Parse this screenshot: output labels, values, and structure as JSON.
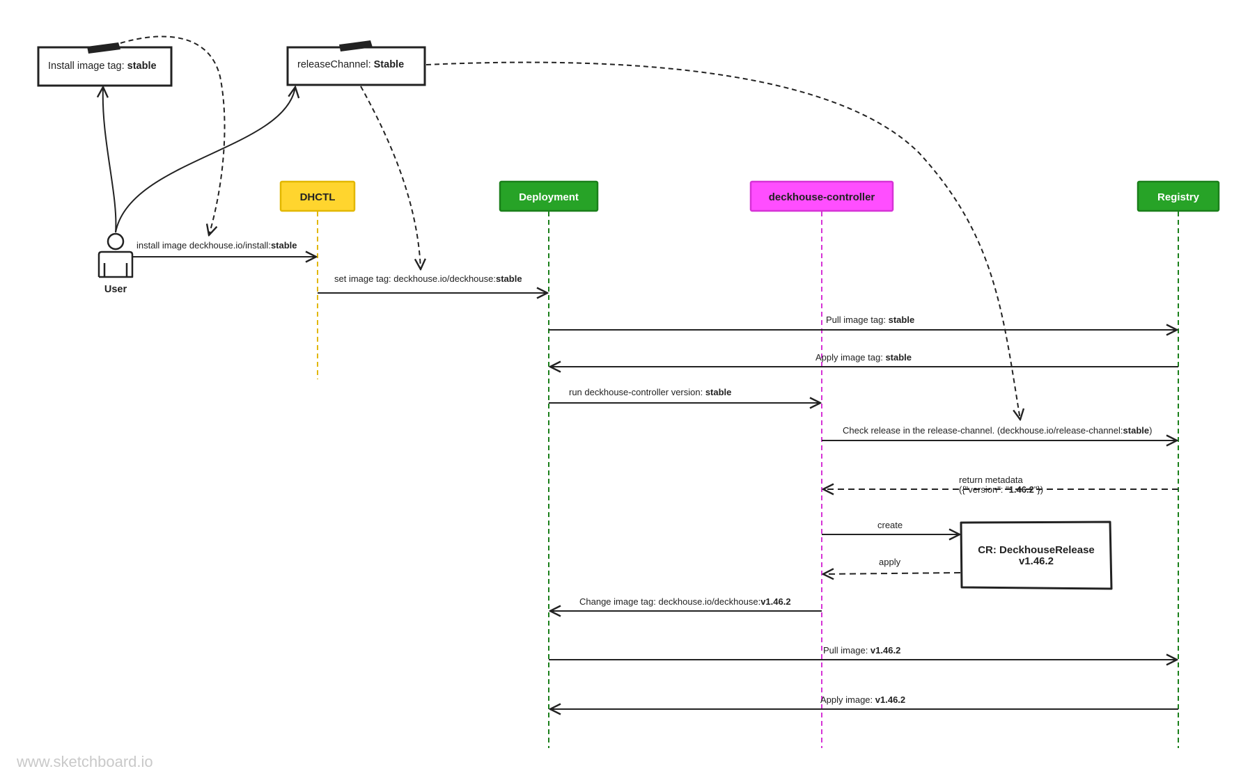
{
  "participants": {
    "user": {
      "label": "User"
    },
    "dhctl": {
      "label": "DHCTL",
      "color": "#FFD52E",
      "border": "#E2B700"
    },
    "deployment": {
      "label": "Deployment",
      "color": "#27A327",
      "border": "#1A7F1A"
    },
    "controller": {
      "label": "deckhouse-controller",
      "color": "#FF4EFF",
      "border": "#D633D6"
    },
    "registry": {
      "label": "Registry",
      "color": "#27A327",
      "border": "#1A7F1A"
    }
  },
  "notes": {
    "install_tag": {
      "prefix": "Install image tag: ",
      "value": "stable"
    },
    "release_channel": {
      "prefix": "releaseChannel: ",
      "value": "Stable"
    }
  },
  "messages": {
    "m1": {
      "text": "install image deckhouse.io/install:",
      "bold": "stable"
    },
    "m2": {
      "text": "set image tag: deckhouse.io/deckhouse:",
      "bold": "stable"
    },
    "m3": {
      "text": "Pull image tag: ",
      "bold": "stable"
    },
    "m4": {
      "text": "Apply image tag: ",
      "bold": "stable"
    },
    "m5": {
      "text": "run deckhouse-controller version: ",
      "bold": "stable"
    },
    "m6": {
      "text": "Check release in the release-channel. (deckhouse.io/release-channel:",
      "bold": "stable",
      "suffix": ")"
    },
    "m7": {
      "line1": "return metadata",
      "line2_pre": "({\"version\": \"",
      "line2_bold": "1.46.2",
      "line2_post": "\"})"
    },
    "m8": {
      "text": "create"
    },
    "m9": {
      "text": "apply"
    },
    "m10": {
      "text": "Change image tag: deckhouse.io/deckhouse:",
      "bold": "v1.46.2"
    },
    "m11": {
      "text": "Pull image: ",
      "bold": "v1.46.2"
    },
    "m12": {
      "text": "Apply image: ",
      "bold": "v1.46.2"
    }
  },
  "cr_box": {
    "line1": "CR: DeckhouseRelease",
    "line2": "v1.46.2"
  },
  "watermark": "www.sketchboard.io"
}
